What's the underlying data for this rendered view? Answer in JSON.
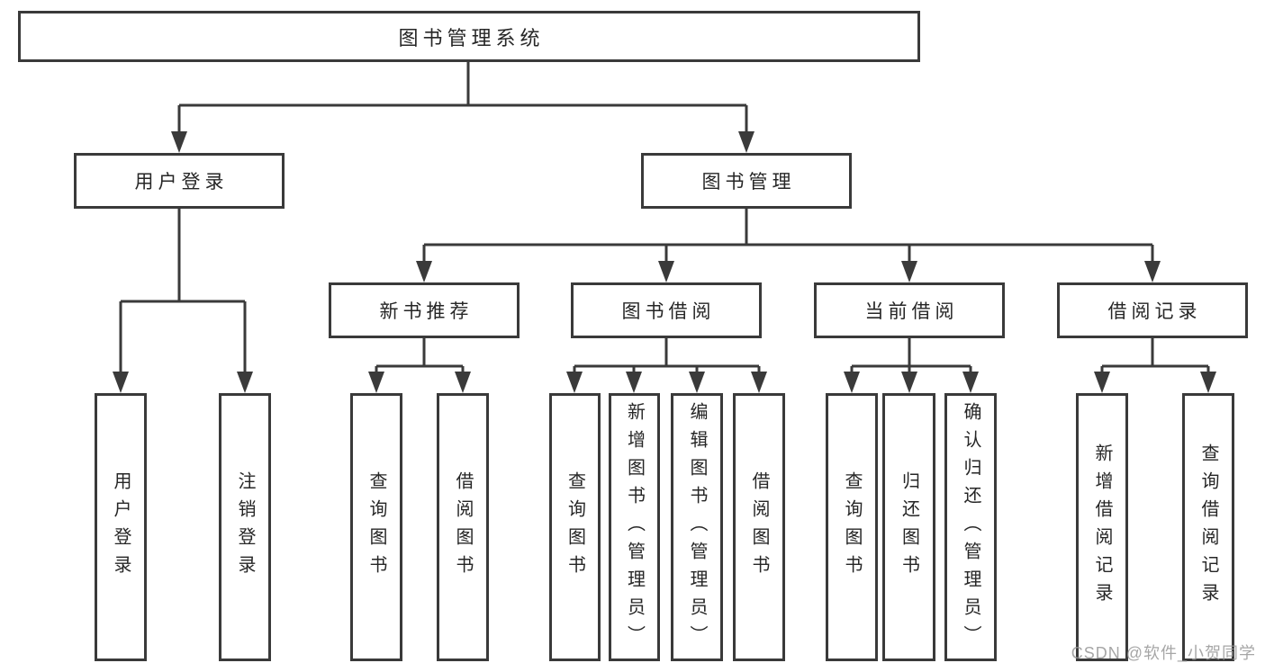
{
  "diagram": {
    "root": {
      "label": "图书管理系统"
    },
    "level2": [
      {
        "label": "用户登录"
      },
      {
        "label": "图书管理"
      }
    ],
    "level3": [
      {
        "label": "新书推荐"
      },
      {
        "label": "图书借阅"
      },
      {
        "label": "当前借阅"
      },
      {
        "label": "借阅记录"
      }
    ],
    "leaves": {
      "user_login": [
        {
          "label": "用户登录"
        },
        {
          "label": "注销登录"
        }
      ],
      "new_books": [
        {
          "label": "查询图书"
        },
        {
          "label": "借阅图书"
        }
      ],
      "borrowing": [
        {
          "label": "查询图书"
        },
        {
          "label": "新增图书（管理员）"
        },
        {
          "label": "编辑图书（管理员）"
        },
        {
          "label": "借阅图书"
        }
      ],
      "current": [
        {
          "label": "查询图书"
        },
        {
          "label": "归还图书"
        },
        {
          "label": "确认归还（管理员）"
        }
      ],
      "records": [
        {
          "label": "新增借阅记录"
        },
        {
          "label": "查询借阅记录"
        }
      ]
    }
  },
  "watermark": {
    "text": "CSDN @软件_小贺同学"
  },
  "colors": {
    "line": "#3a3a3a",
    "text": "#262626",
    "box_background": "#ffffff",
    "watermark": "#969696"
  }
}
